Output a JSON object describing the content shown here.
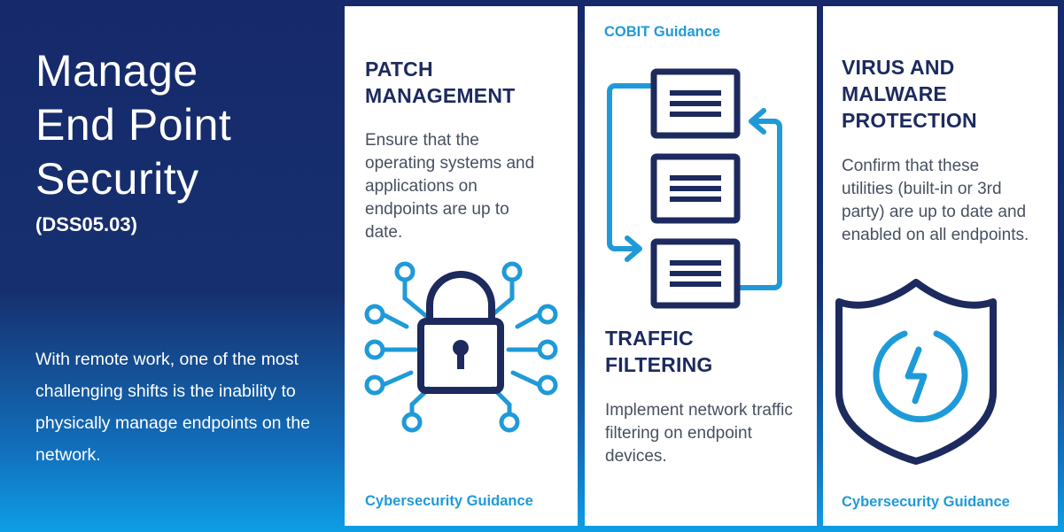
{
  "intro_panel": {
    "title_lines": [
      "Manage",
      "End Point",
      "Security"
    ],
    "code": "(DSS05.03)",
    "description": "With remote work, one of the most challenging shifts is the inability to physically manage endpoints on the network."
  },
  "cards": [
    {
      "heading": "PATCH MANAGEMENT",
      "body": "Ensure that the operating systems and applications on endpoints are up to date.",
      "footer": "Cybersecurity Guidance",
      "icon": "circuit-lock-icon"
    },
    {
      "label": "COBIT Guidance",
      "heading": "TRAFFIC FILTERING",
      "body": "Implement network traffic filtering on endpoint devices.",
      "icon": "traffic-flow-icon"
    },
    {
      "heading": "VIRUS AND MALWARE PROTECTION",
      "body": "Confirm that these utilities (built-in or 3rd party) are up to date and enabled on all endpoints.",
      "footer": "Cybersecurity Guidance",
      "icon": "shield-power-icon"
    }
  ],
  "colors": {
    "navy": "#1c2a5e",
    "accent": "#1f9ad8",
    "text": "#475060"
  }
}
